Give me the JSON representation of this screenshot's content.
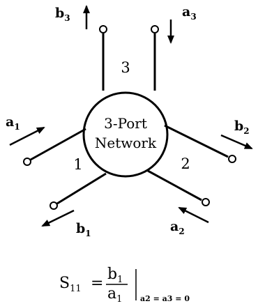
{
  "network": {
    "line1": "3-Port",
    "line2": "Network"
  },
  "ports": {
    "p1": "1",
    "p2": "2",
    "p3": "3"
  },
  "waves": {
    "a1": {
      "base": "a",
      "sub": "1"
    },
    "b1": {
      "base": "b",
      "sub": "1"
    },
    "a2": {
      "base": "a",
      "sub": "2"
    },
    "b2": {
      "base": "b",
      "sub": "2"
    },
    "a3": {
      "base": "a",
      "sub": "3"
    },
    "b3": {
      "base": "b",
      "sub": "3"
    }
  },
  "equation": {
    "lhs_base": "S",
    "lhs_sub": "11",
    "equals": "=",
    "num_base": "b",
    "num_sub": "1",
    "den_base": "a",
    "den_sub": "1",
    "condition": "a2 = a3 = 0"
  }
}
